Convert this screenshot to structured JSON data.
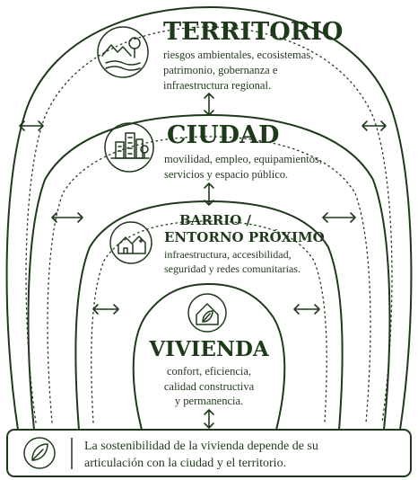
{
  "territorio": {
    "title": "TERRITORIO",
    "desc": [
      "riesgos ambientales, ecosistemas,",
      "patrimonio, gobernanza e",
      "infraestructura regional."
    ],
    "icon": "landscape-icon"
  },
  "ciudad": {
    "title": "CIUDAD",
    "desc": [
      "movilidad, empleo, equipamientos,",
      "servicios y espacio público."
    ],
    "icon": "city-buildings-icon"
  },
  "barrio": {
    "title_lines": [
      "BARRIO /",
      "ENTORNO PRÓXIMO"
    ],
    "desc": [
      "infraestructura, accesibilidad,",
      "seguridad y redes comunitarias."
    ],
    "icon": "neighborhood-icon"
  },
  "vivienda": {
    "title": "VIVIENDA",
    "desc": [
      "confort, eficiencia,",
      "calidad constructiva",
      "y permanencia."
    ],
    "icon": "house-leaf-icon"
  },
  "footer": {
    "text": [
      "La sostenibilidad de la vivienda depende de su",
      "articulación con la ciudad y el territorio."
    ],
    "icon": "leaf-icon"
  },
  "colors": {
    "ink": "#1f3a1b",
    "background": "#ffffff"
  }
}
